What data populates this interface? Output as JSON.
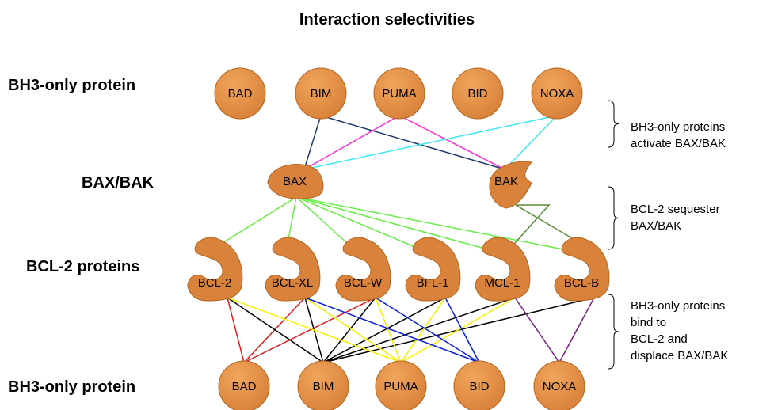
{
  "title": "Interaction selectivities",
  "row_labels": {
    "bh3_top": "BH3-only protein",
    "bax_bak": "BAX/BAK",
    "bcl2": "BCL-2 proteins",
    "bh3_bottom": "BH3-only protein"
  },
  "bh3_top": [
    "BAD",
    "BIM",
    "PUMA",
    "BID",
    "NOXA"
  ],
  "effectors": [
    "BAX",
    "BAK"
  ],
  "bcl2": [
    "BCL-2",
    "BCL-XL",
    "BCL-W",
    "BFL-1",
    "MCL-1",
    "BCL-B"
  ],
  "bh3_bottom": [
    "BAD",
    "BIM",
    "PUMA",
    "BID",
    "NOXA"
  ],
  "notes": {
    "activate": "BH3-only proteins\nactivate BAX/BAK",
    "sequester": "BCL-2 sequester\nBAX/BAK",
    "bind": "BH3-only proteins\nbind to\nBCL-2 and\ndisplace BAX/BAK"
  },
  "colors": {
    "node_fill": "#d9823b",
    "node_stroke": "#b5651d",
    "BIM_line": "#1f3a6e",
    "PUMA_line": "#ff2bd6",
    "NOXA_line": "#3ee6f2",
    "BAX_line": "#66ee44",
    "BAK_line": "#5a8a3a",
    "BAD_line": "#e01818",
    "BIM_bottom_line": "#000000",
    "PUMA_bottom_line": "#f5f000",
    "BID_bottom_line": "#0a1ee0",
    "NOXA_bottom_line": "#7a1a8a"
  },
  "activation_edges": [
    {
      "from": "BIM",
      "to": "BAK"
    },
    {
      "from": "PUMA",
      "to": "BAX"
    },
    {
      "from": "PUMA",
      "to": "BAK"
    },
    {
      "from": "NOXA",
      "to": "BAX"
    },
    {
      "from": "NOXA",
      "to": "BAK"
    },
    {
      "from": "BIM",
      "to": "BAX"
    }
  ],
  "sequester_edges": [
    {
      "from": "BAX",
      "to": "BCL-2"
    },
    {
      "from": "BAX",
      "to": "BCL-XL"
    },
    {
      "from": "BAX",
      "to": "BCL-W"
    },
    {
      "from": "BAX",
      "to": "BFL-1"
    },
    {
      "from": "BAX",
      "to": "MCL-1"
    },
    {
      "from": "BAX",
      "to": "BCL-B"
    },
    {
      "from": "BAK",
      "to": "MCL-1"
    },
    {
      "from": "BAK",
      "to": "BCL-B"
    }
  ],
  "binding_edges": [
    {
      "from": "BAD",
      "to": "BCL-2"
    },
    {
      "from": "BAD",
      "to": "BCL-XL"
    },
    {
      "from": "BAD",
      "to": "BCL-W"
    },
    {
      "from": "BIM",
      "to": "BCL-2"
    },
    {
      "from": "BIM",
      "to": "BCL-XL"
    },
    {
      "from": "BIM",
      "to": "BCL-W"
    },
    {
      "from": "BIM",
      "to": "BFL-1"
    },
    {
      "from": "BIM",
      "to": "MCL-1"
    },
    {
      "from": "BIM",
      "to": "BCL-B"
    },
    {
      "from": "PUMA",
      "to": "BCL-2"
    },
    {
      "from": "PUMA",
      "to": "BCL-XL"
    },
    {
      "from": "PUMA",
      "to": "BCL-W"
    },
    {
      "from": "PUMA",
      "to": "BFL-1"
    },
    {
      "from": "PUMA",
      "to": "MCL-1"
    },
    {
      "from": "BID",
      "to": "BCL-XL"
    },
    {
      "from": "BID",
      "to": "BCL-W"
    },
    {
      "from": "BID",
      "to": "BFL-1"
    },
    {
      "from": "NOXA",
      "to": "MCL-1"
    },
    {
      "from": "NOXA",
      "to": "BCL-B"
    }
  ]
}
